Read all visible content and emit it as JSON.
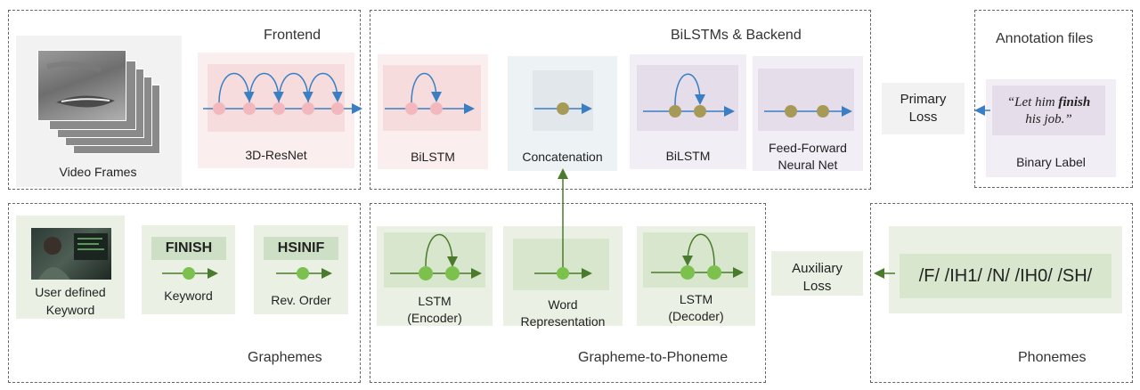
{
  "groups": {
    "frontend": "Frontend",
    "bilstms_backend": "BiLSTMs & Backend",
    "annotation_files": "Annotation files",
    "graphemes": "Graphemes",
    "grapheme_to_phoneme": "Grapheme-to-Phoneme",
    "phonemes": "Phonemes"
  },
  "frontend": {
    "video_frames_label": "Video Frames",
    "resnet_label": "3D-ResNet"
  },
  "backend": {
    "bilstm1_label": "BiLSTM",
    "concat_label": "Concatenation",
    "bilstm2_label": "BiLSTM",
    "ffnn_line1": "Feed-Forward",
    "ffnn_line2": "Neural Net"
  },
  "losses": {
    "primary_line1": "Primary",
    "primary_line2": "Loss",
    "aux_line1": "Auxiliary",
    "aux_line2": "Loss"
  },
  "annotation": {
    "quote_pre": "“Let him ",
    "quote_bold": "finish",
    "quote_line2": "his job.”",
    "binary_label": "Binary Label"
  },
  "graphemes": {
    "user_line1": "User defined",
    "user_line2": "Keyword",
    "finish_tag": "FINISH",
    "keyword_label": "Keyword",
    "hsinif_tag": "HSINIF",
    "rev_label": "Rev. Order"
  },
  "g2p": {
    "lstm_enc_line1": "LSTM",
    "lstm_enc_line2": "(Encoder)",
    "word_line1": "Word",
    "word_line2": "Representation",
    "lstm_dec_line1": "LSTM",
    "lstm_dec_line2": "(Decoder)"
  },
  "phonemes": {
    "sequence": "/F/ /IH1/ /N/ /IH0/ /SH/"
  },
  "colors": {
    "arrow_blue": "#3a7fc4",
    "arrow_green": "#4a7a2c",
    "node_pink": "#f3b8bd",
    "node_olive": "#a69a56",
    "node_green": "#7cc14e"
  }
}
